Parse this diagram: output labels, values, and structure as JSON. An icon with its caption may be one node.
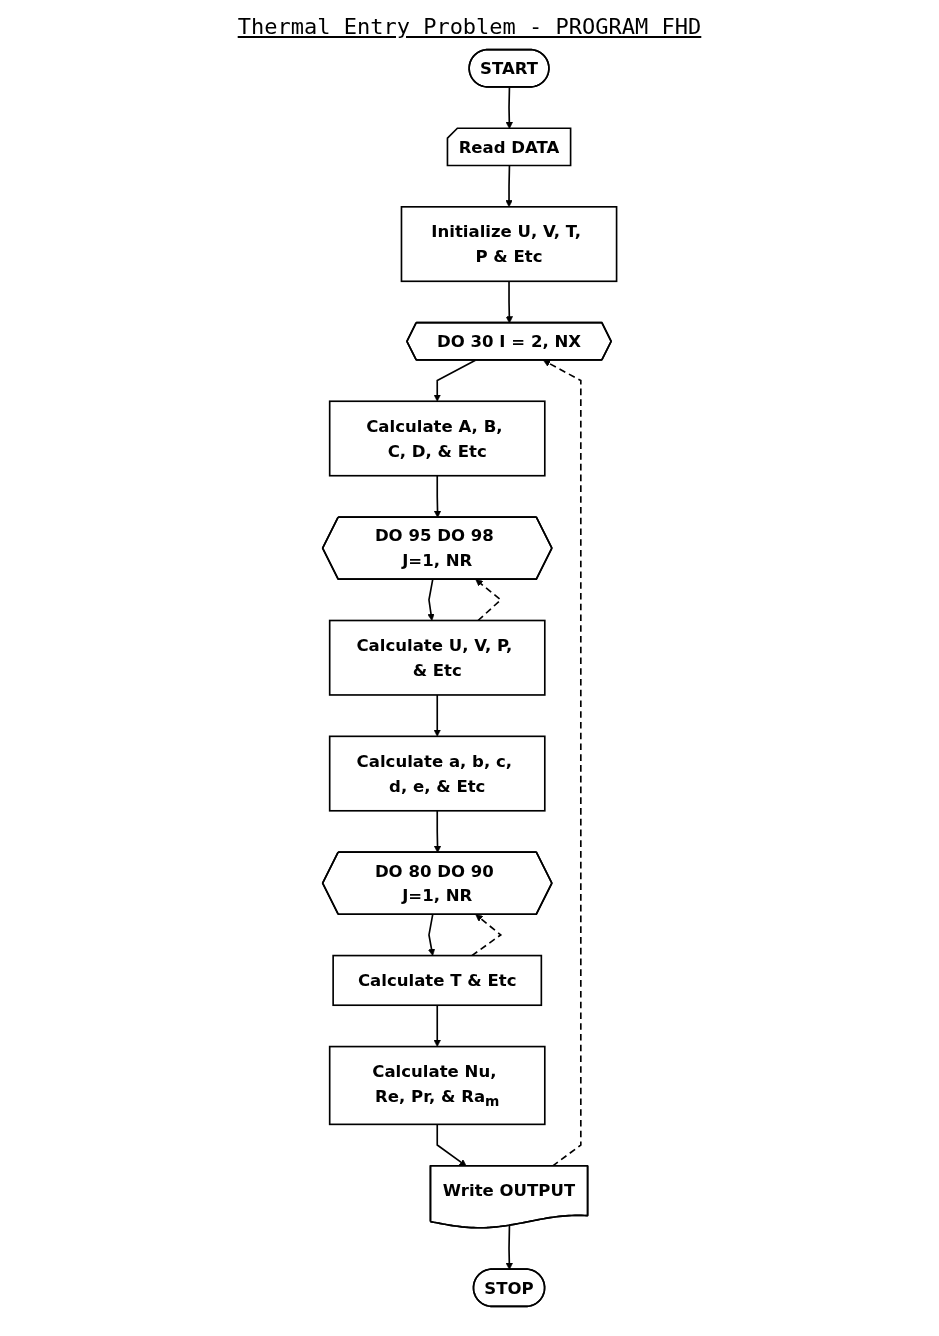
{
  "diagram": {
    "title": "Thermal Entry Problem - PROGRAM FHD",
    "nodes": [
      {
        "text": [
          "START"
        ]
      },
      {
        "text": [
          "Read DATA"
        ]
      },
      {
        "text": [
          "Initialize U, V, T, P & Etc"
        ]
      },
      {
        "text": [
          "DO 30 I = 2, NX"
        ]
      },
      {
        "text": [
          "Calculate A, B, C, D, & Etc"
        ]
      },
      {
        "text": [
          "DO 95 DO 98 J=1, NR"
        ]
      },
      {
        "text": [
          "Calculate U, V, P, & Etc"
        ]
      },
      {
        "text": [
          "Calculate a, b, c, d, e, & Etc"
        ]
      },
      {
        "text": [
          "DO 80 DO 90 J=1, NR"
        ]
      },
      {
        "text": [
          "Calculate T & Etc"
        ]
      },
      {
        "text": [
          "Calculate Nu, Re, Pr, & Ra$_{m}$"
        ]
      },
      {
        "text": [
          "Write OUTPUT"
        ]
      },
      {
        "text": [
          "STOP"
        ]
      }
    ],
    "edges": [
      {
        "from": 0,
        "to": 1,
        "arrow": "to"
      },
      {
        "from": 1,
        "to": 2,
        "arrow": "to"
      },
      {
        "from": 2,
        "to": 3,
        "arrow": "to"
      },
      {
        "from": 3,
        "to": 4,
        "arrow": "to"
      },
      {
        "from": 4,
        "to": 5,
        "arrow": "to"
      },
      {
        "from": 5,
        "to": 6,
        "arrow": "to"
      },
      {
        "from": 6,
        "to": 7,
        "arrow": "to"
      },
      {
        "from": 7,
        "to": 8,
        "arrow": "to"
      },
      {
        "from": 8,
        "to": 9,
        "arrow": "to"
      },
      {
        "from": 9,
        "to": 10,
        "arrow": "to"
      },
      {
        "from": 10,
        "to": 11,
        "arrow": "to"
      },
      {
        "from": 11,
        "to": 12,
        "arrow": "to"
      },
      {
        "from": 6,
        "to": 5,
        "arrow": "to",
        "style": "dashed"
      },
      {
        "from": 9,
        "to": 8,
        "arrow": "to",
        "style": "dashed"
      },
      {
        "from": 11,
        "to": 3,
        "arrow": "to",
        "style": "dashed"
      }
    ]
  }
}
